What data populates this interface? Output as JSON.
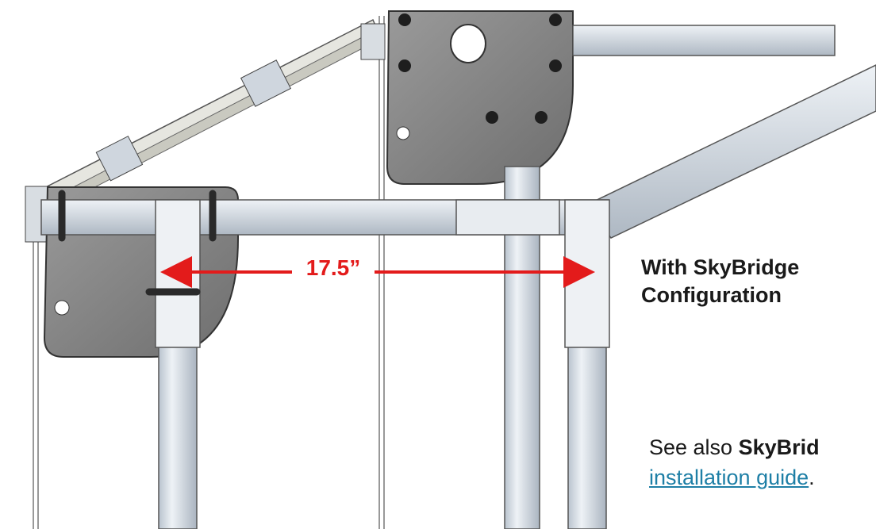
{
  "dimension": {
    "label": "17.5”",
    "color": "#e31b1b"
  },
  "caption": {
    "line1": "With SkyBridge",
    "line2": "Configuration"
  },
  "see_also": {
    "prefix": "See also ",
    "bold": "SkyBrid",
    "link": "installation guide",
    "suffix": "."
  },
  "colors": {
    "plate": "#8c8c8c",
    "pipe": "#dde3ea",
    "link": "#1e7fa6"
  }
}
